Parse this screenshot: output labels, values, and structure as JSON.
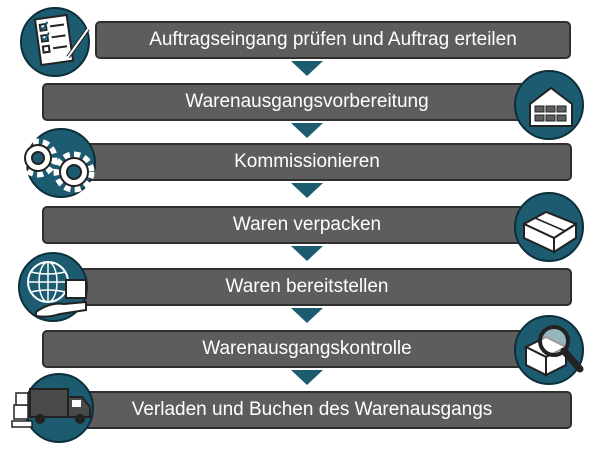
{
  "colors": {
    "bar": "#5d5d5d",
    "bar_border": "#2f2f2f",
    "accent": "#1c5b70",
    "text": "#ffffff"
  },
  "steps": [
    {
      "label": "Auftragseingang prüfen und Auftrag erteilen",
      "icon": "checklist-icon"
    },
    {
      "label": "Warenausgangsvorbereitung",
      "icon": "warehouse-icon"
    },
    {
      "label": "Kommissionieren",
      "icon": "gears-icon"
    },
    {
      "label": "Waren verpacken",
      "icon": "package-icon"
    },
    {
      "label": "Waren bereitstellen",
      "icon": "globe-hand-icon"
    },
    {
      "label": "Warenausgangskontrolle",
      "icon": "magnifier-box-icon"
    },
    {
      "label": "Verladen und Buchen des Warenausgangs",
      "icon": "truck-icon"
    }
  ]
}
